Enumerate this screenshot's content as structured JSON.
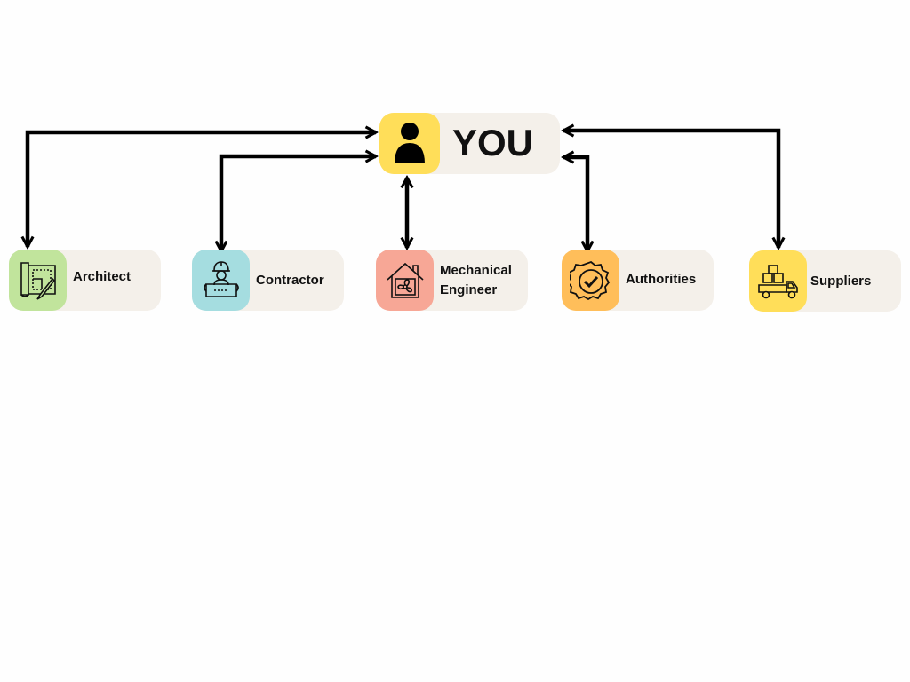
{
  "center": {
    "label": "YOU",
    "icon": "person-icon"
  },
  "nodes": [
    {
      "line1": "Architect",
      "line2": "",
      "icon": "blueprint-pencil-icon",
      "color": "#c1e49c"
    },
    {
      "line1": "Contractor",
      "line2": "",
      "icon": "construction-worker-icon",
      "color": "#a5dde0"
    },
    {
      "line1": "Mechanical",
      "line2": "Engineer",
      "icon": "house-fan-icon",
      "color": "#f7a796"
    },
    {
      "line1": "Authorities",
      "line2": "",
      "icon": "verified-badge-icon",
      "color": "#ffbe5a"
    },
    {
      "line1": "Suppliers",
      "line2": "",
      "icon": "delivery-truck-icon",
      "color": "#ffde59"
    }
  ],
  "colors": {
    "card_bg": "#f4f0ea",
    "center_icon_bg": "#ffde59",
    "arrow": "#000000"
  }
}
